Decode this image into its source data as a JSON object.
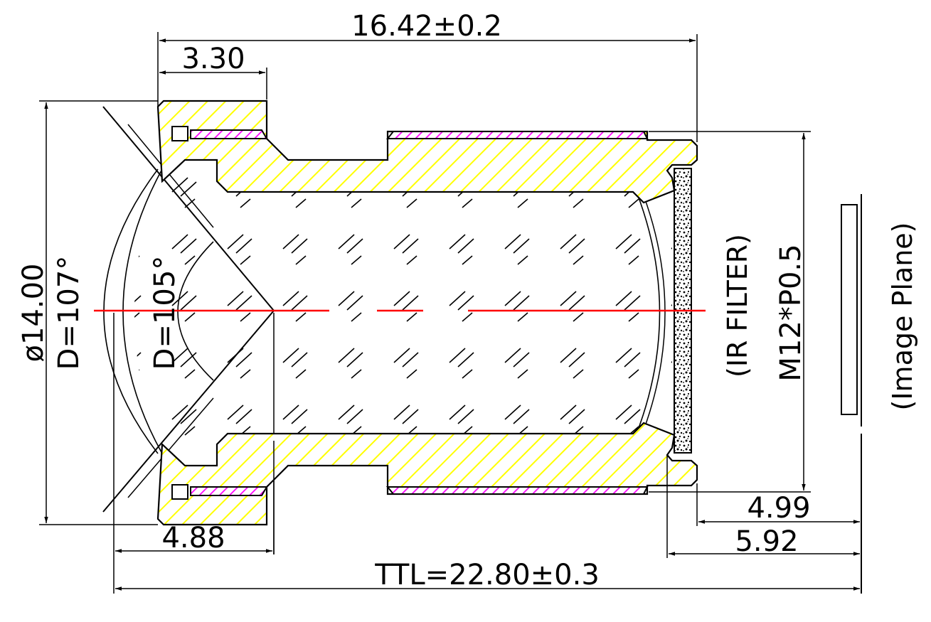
{
  "drawing": {
    "title": "M12 lens cross-section dimension drawing",
    "dimensions": {
      "barrel_length": "16.42±0.2",
      "front_flange": "3.30",
      "outer_diameter": "ø14.00",
      "front_lens_d": "D=107°",
      "inner_lens_d": "D=105°",
      "front_depth": "4.88",
      "flange_to_filter": "4.99",
      "back_focal": "5.92",
      "total_track": "TTL=22.80±0.3",
      "thread": "M12*P0.5"
    },
    "labels": {
      "ir_filter": "(IR FILTER)",
      "image_plane": "(Image Plane)"
    },
    "colors": {
      "housing_hatch": "#ffff00",
      "thread_hatch": "#ff00ff",
      "optical_axis": "#ff0000",
      "line": "#000000",
      "background": "#ffffff"
    }
  }
}
